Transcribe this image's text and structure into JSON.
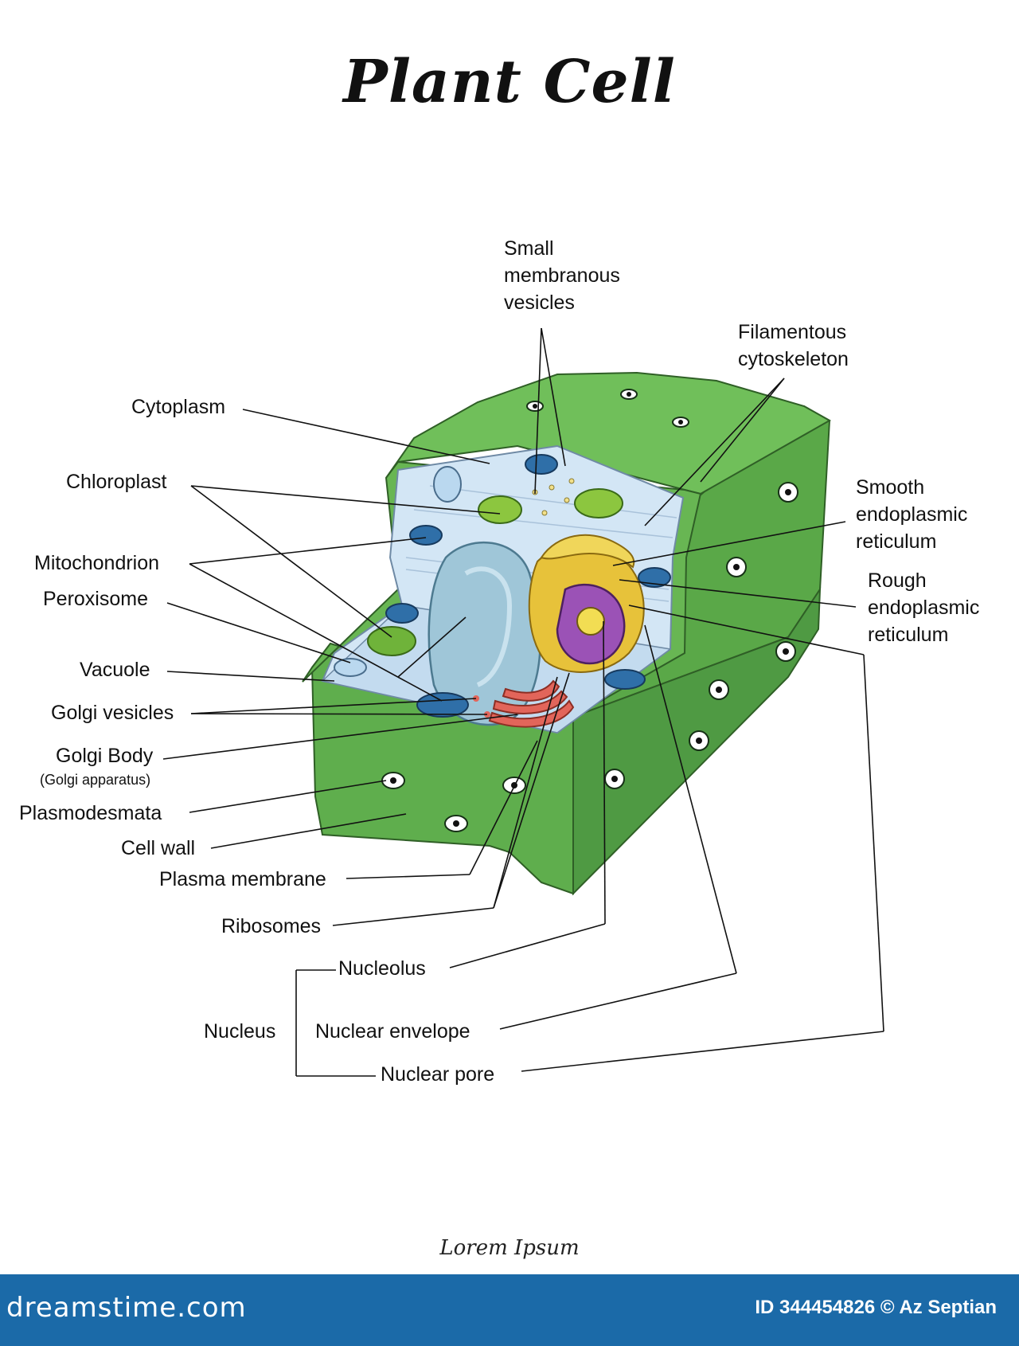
{
  "title": "Plant Cell",
  "labels": {
    "small_vesicles": "Small\nmembranous\nvesicles",
    "filamentous": "Filamentous\ncytoskeleton",
    "cytoplasm": "Cytoplasm",
    "chloroplast": "Chloroplast",
    "smooth_er": "Smooth\nendoplasmic\nreticulum",
    "mitochondrion": "Mitochondrion",
    "rough_er": "Rough\nendoplasmic\nreticulum",
    "peroxisome": "Peroxisome",
    "vacuole": "Vacuole",
    "golgi_vesicles": "Golgi vesicles",
    "golgi_body": "Golgi Body",
    "golgi_apparatus": "(Golgi apparatus)",
    "plasmodesmata": "Plasmodesmata",
    "cell_wall": "Cell wall",
    "plasma_membrane": "Plasma membrane",
    "ribosomes": "Ribosomes",
    "nucleolus": "Nucleolus",
    "nucleus": "Nucleus",
    "nuclear_envelope": "Nuclear envelope",
    "nuclear_pore": "Nuclear pore"
  },
  "footer": {
    "caption": "Lorem Ipsum",
    "brand": "dreamstime.com",
    "credit": "ID 344454826 © Az Septian"
  },
  "colors": {
    "cell_wall": "#6ab957",
    "cell_wall_dark": "#4f9a43",
    "cytoplasm": "#cfe3f3",
    "vacuole": "#9fc6d8",
    "nucleus": "#9b52b6",
    "rough_er": "#e7c23a",
    "golgi": "#e2655a",
    "chloroplast": "#8cc63f",
    "mitochondrion": "#2f6fa8",
    "brand_bar": "#1b6aa8"
  }
}
